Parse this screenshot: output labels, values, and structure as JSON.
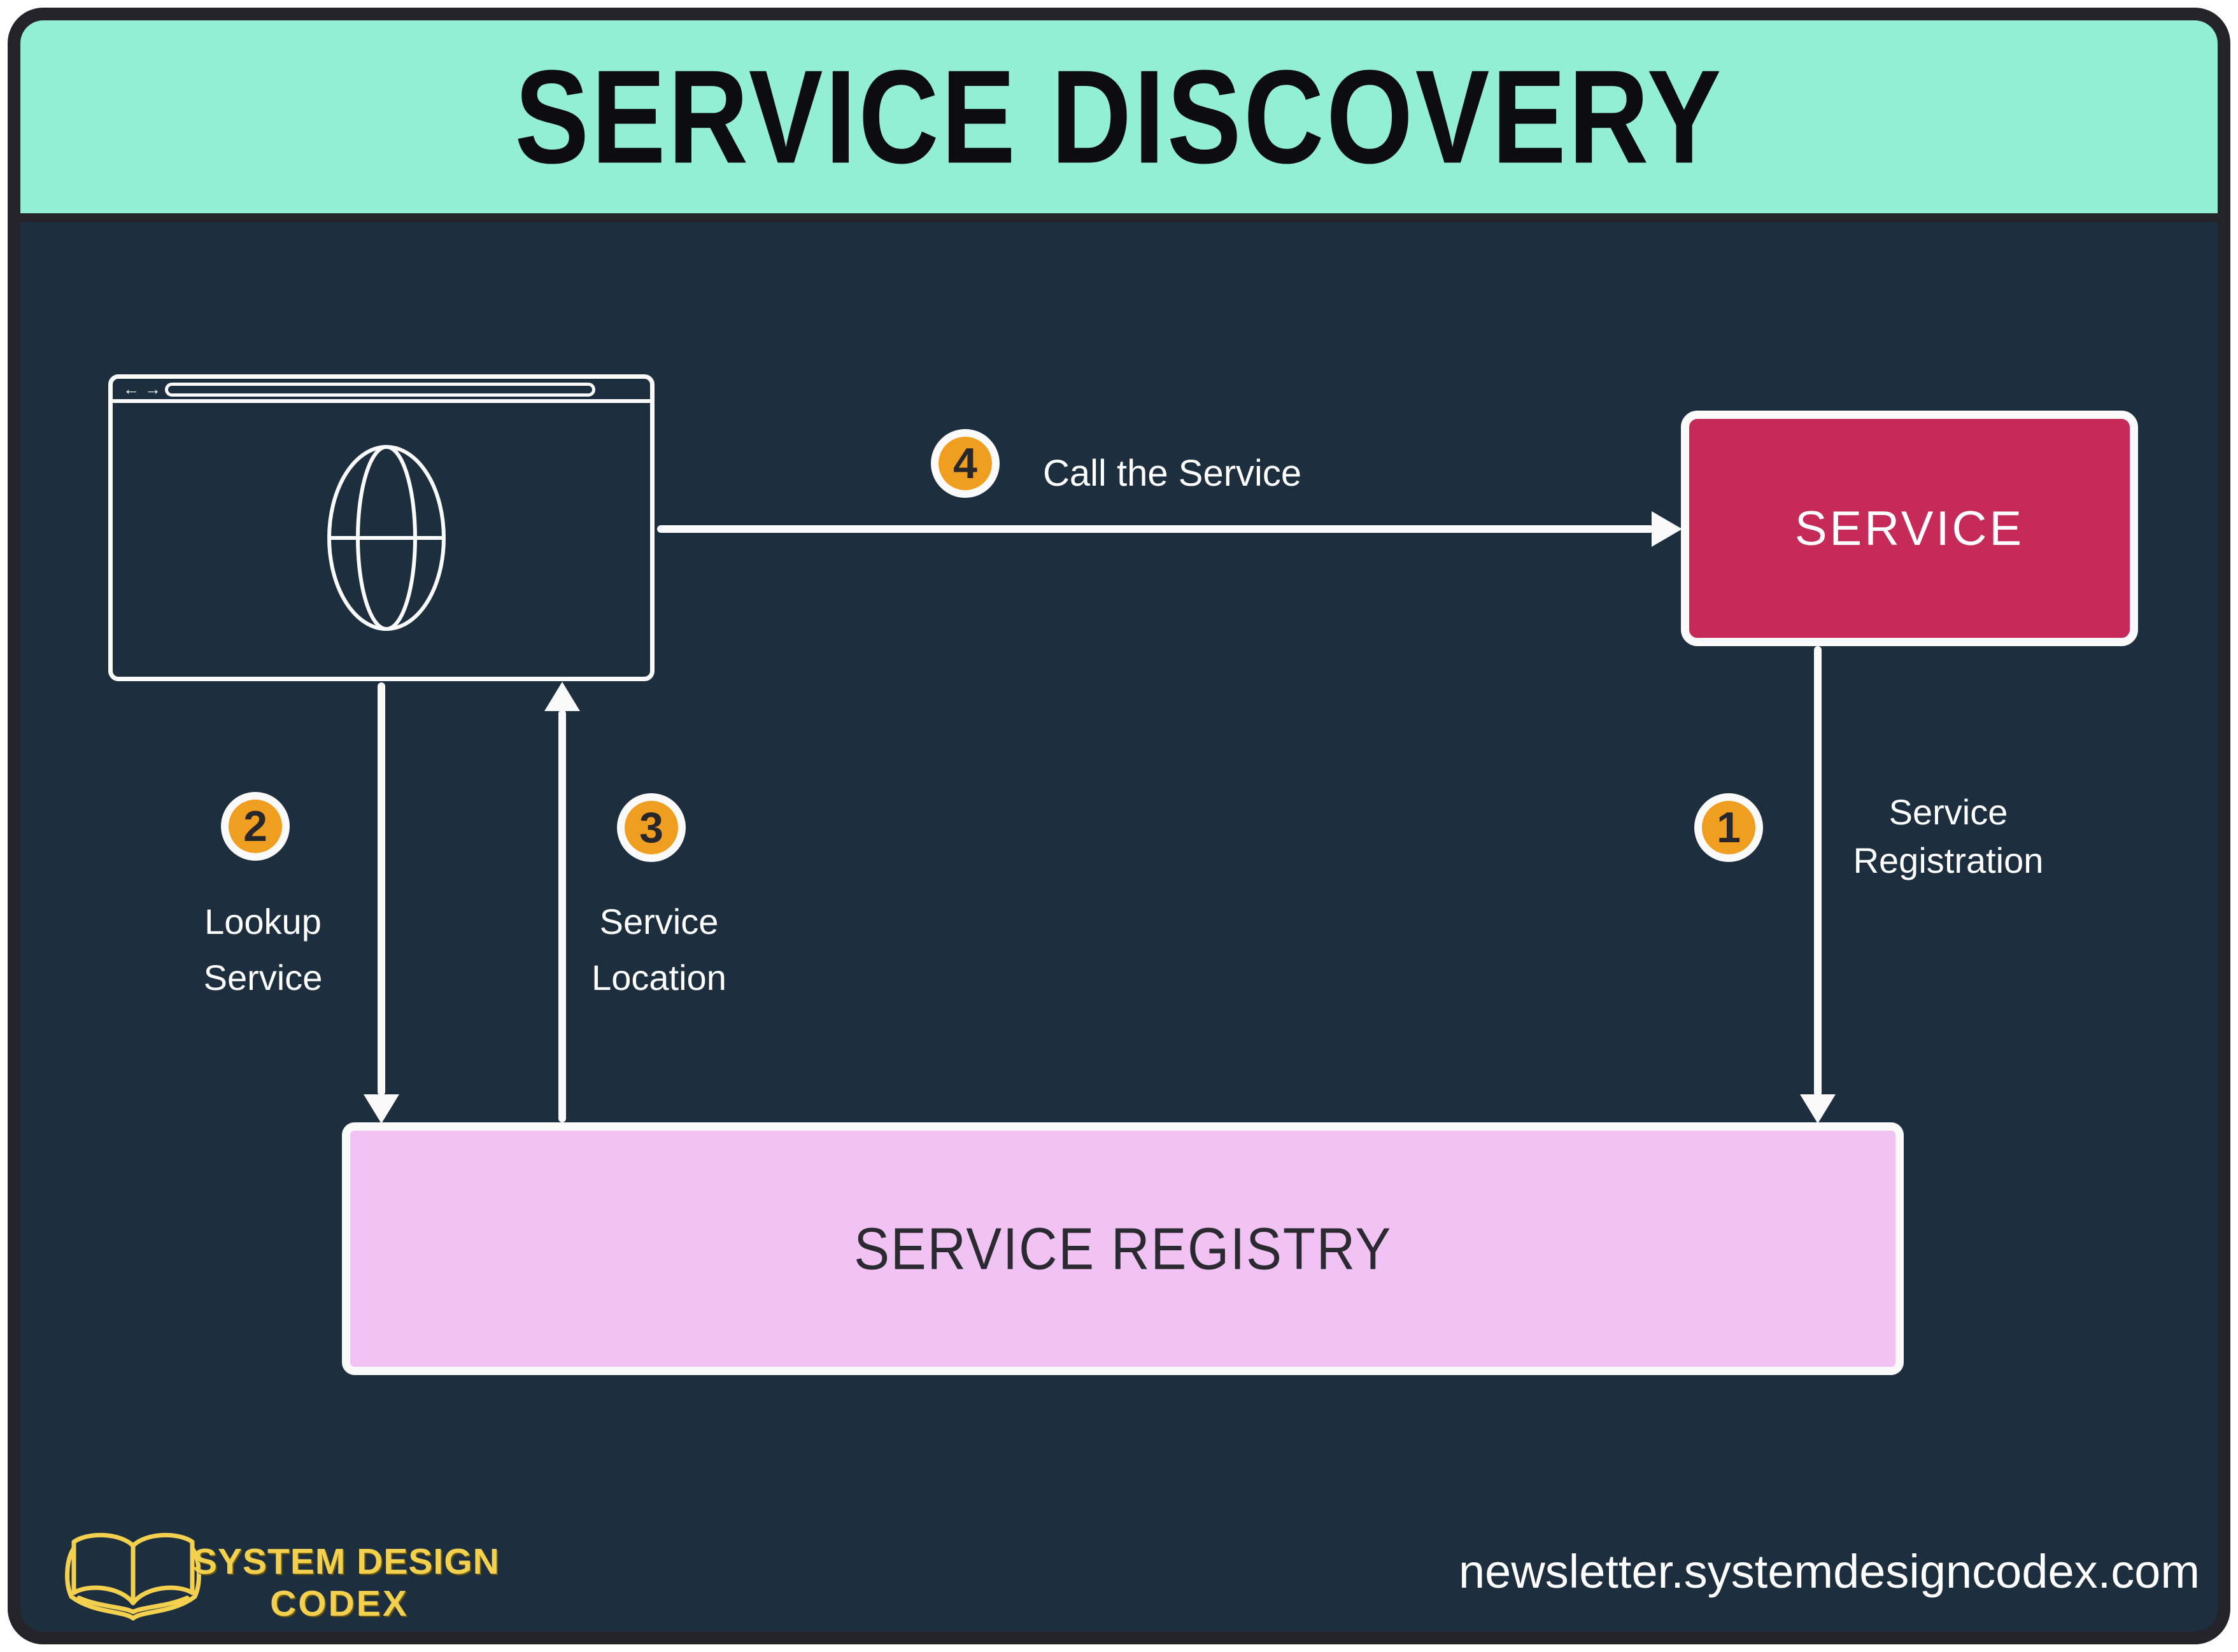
{
  "header": {
    "title": "SERVICE DISCOVERY"
  },
  "browser_toolbar": {
    "back_icon": "←",
    "forward_icon": "→"
  },
  "nodes": {
    "service": {
      "label": "SERVICE"
    },
    "registry": {
      "label": "SERVICE REGISTRY"
    }
  },
  "steps": {
    "registration": {
      "num": "1",
      "lines": [
        "Service",
        "Registration"
      ]
    },
    "lookup": {
      "num": "2",
      "lines": [
        "Lookup",
        "Service"
      ]
    },
    "location": {
      "num": "3",
      "lines": [
        "Service",
        "Location"
      ]
    },
    "call": {
      "num": "4",
      "label": "Call the Service"
    }
  },
  "footer": {
    "brand_line1": "SYSTEM DESIGN",
    "brand_line2": "CODEX",
    "website": "newsletter.systemdesigncodex.com"
  },
  "colors": {
    "page_background": "#ffffff",
    "canvas_background": "#1d2e3f",
    "canvas_border": "#232329",
    "header_background": "#93efd1",
    "title_text": "#0d0d10",
    "stroke_white": "#fafafa",
    "service_box": "#c62a58",
    "registry_box": "#f0c3f4",
    "registry_text": "#2a2a30",
    "badge_orange": "#f09e20",
    "badge_number": "#26262b",
    "brand_gold": "#f3d04e"
  }
}
